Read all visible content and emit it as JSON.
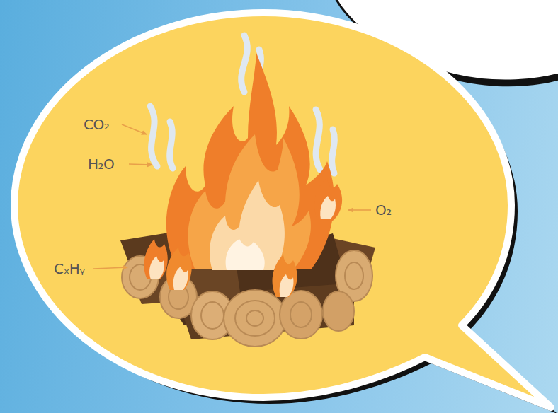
{
  "diagram": {
    "labels": [
      "CO₂",
      "H₂O",
      "O₂",
      "CₓHᵧ"
    ]
  }
}
